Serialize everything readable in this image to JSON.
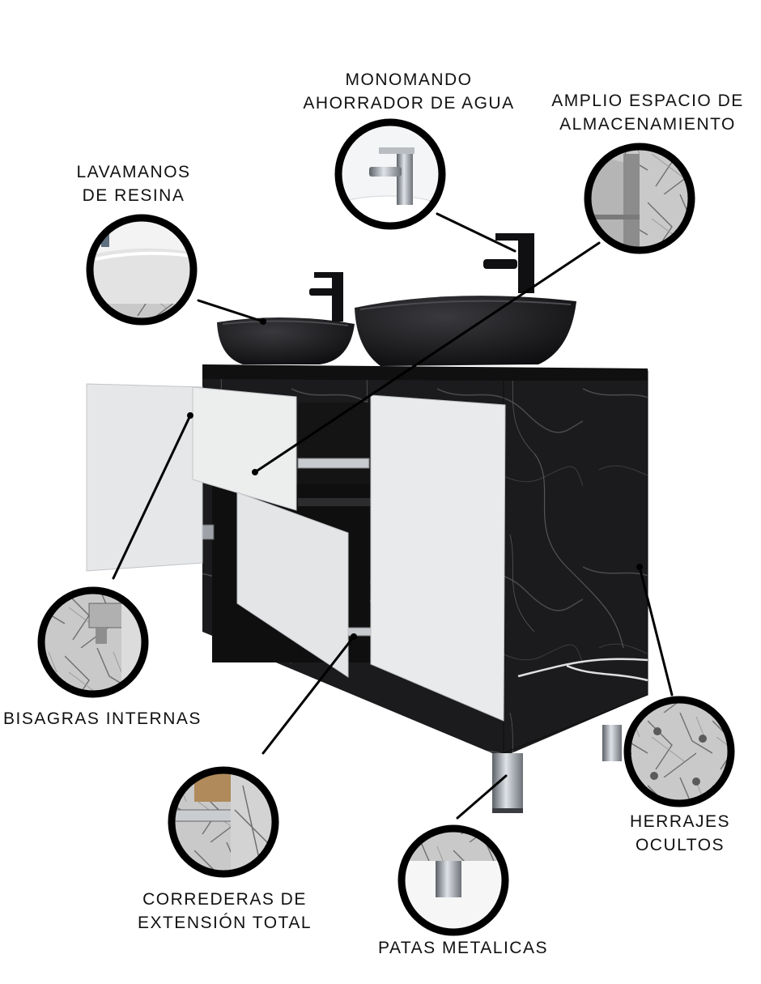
{
  "colors": {
    "background": "#ffffff",
    "cabinet_marble": "#1a1a1c",
    "door_white": "#e9eaec",
    "circle_border": "#000000",
    "text": "#111111"
  },
  "callouts": {
    "monomando": {
      "lines": [
        "MONOMANDO",
        "AHORRADOR DE AGUA"
      ]
    },
    "amplio_espacio": {
      "lines": [
        "AMPLIO ESPACIO DE",
        "ALMACENAMIENTO"
      ]
    },
    "lavamanos": {
      "lines": [
        "LAVAMANOS",
        "DE RESINA"
      ]
    },
    "bisagras": {
      "lines": [
        "BISAGRAS INTERNAS"
      ]
    },
    "correderas": {
      "lines": [
        "CORREDERAS DE",
        "EXTENSIÓN TOTAL"
      ]
    },
    "patas": {
      "lines": [
        "PATAS METALICAS"
      ]
    },
    "herrajes": {
      "lines": [
        "HERRAJES",
        "OCULTOS"
      ]
    }
  }
}
